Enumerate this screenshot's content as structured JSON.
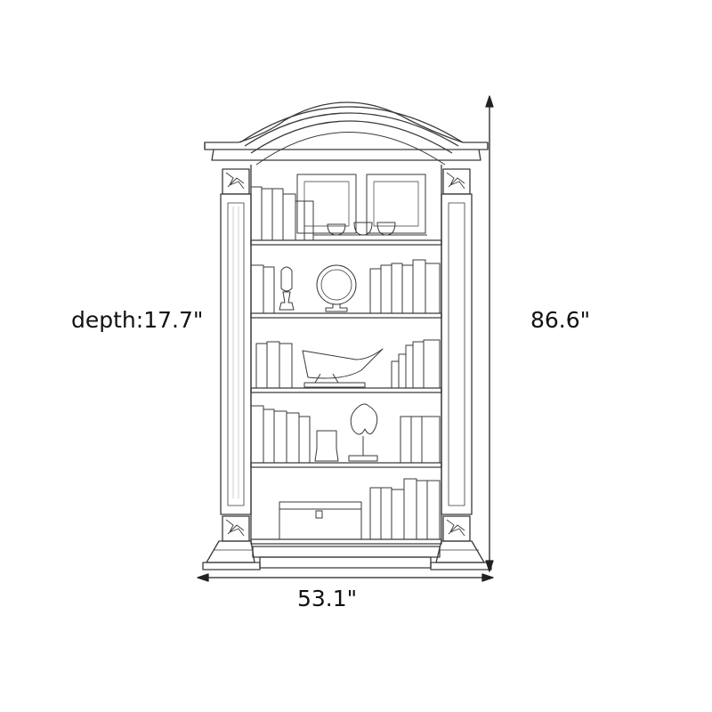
{
  "product": {
    "type": "arched bookcase",
    "shelves": 5
  },
  "dimensions": {
    "depth_label": "depth:17.7\"",
    "height_label": "86.6\"",
    "width_label": "53.1\""
  },
  "colors": {
    "line": "#3a3a3a",
    "text": "#111111",
    "background": "#ffffff"
  },
  "shelf_contents": [
    {
      "shelf": 1,
      "items": [
        "books",
        "picture-frame",
        "picture-frame",
        "bowls"
      ]
    },
    {
      "shelf": 2,
      "items": [
        "books",
        "urn",
        "round-mirror",
        "books"
      ]
    },
    {
      "shelf": 3,
      "items": [
        "books",
        "boat-sculpture",
        "books"
      ]
    },
    {
      "shelf": 4,
      "items": [
        "books",
        "vase",
        "coral-sculpture",
        "books"
      ]
    },
    {
      "shelf": 5,
      "items": [
        "storage-box",
        "books"
      ]
    }
  ]
}
